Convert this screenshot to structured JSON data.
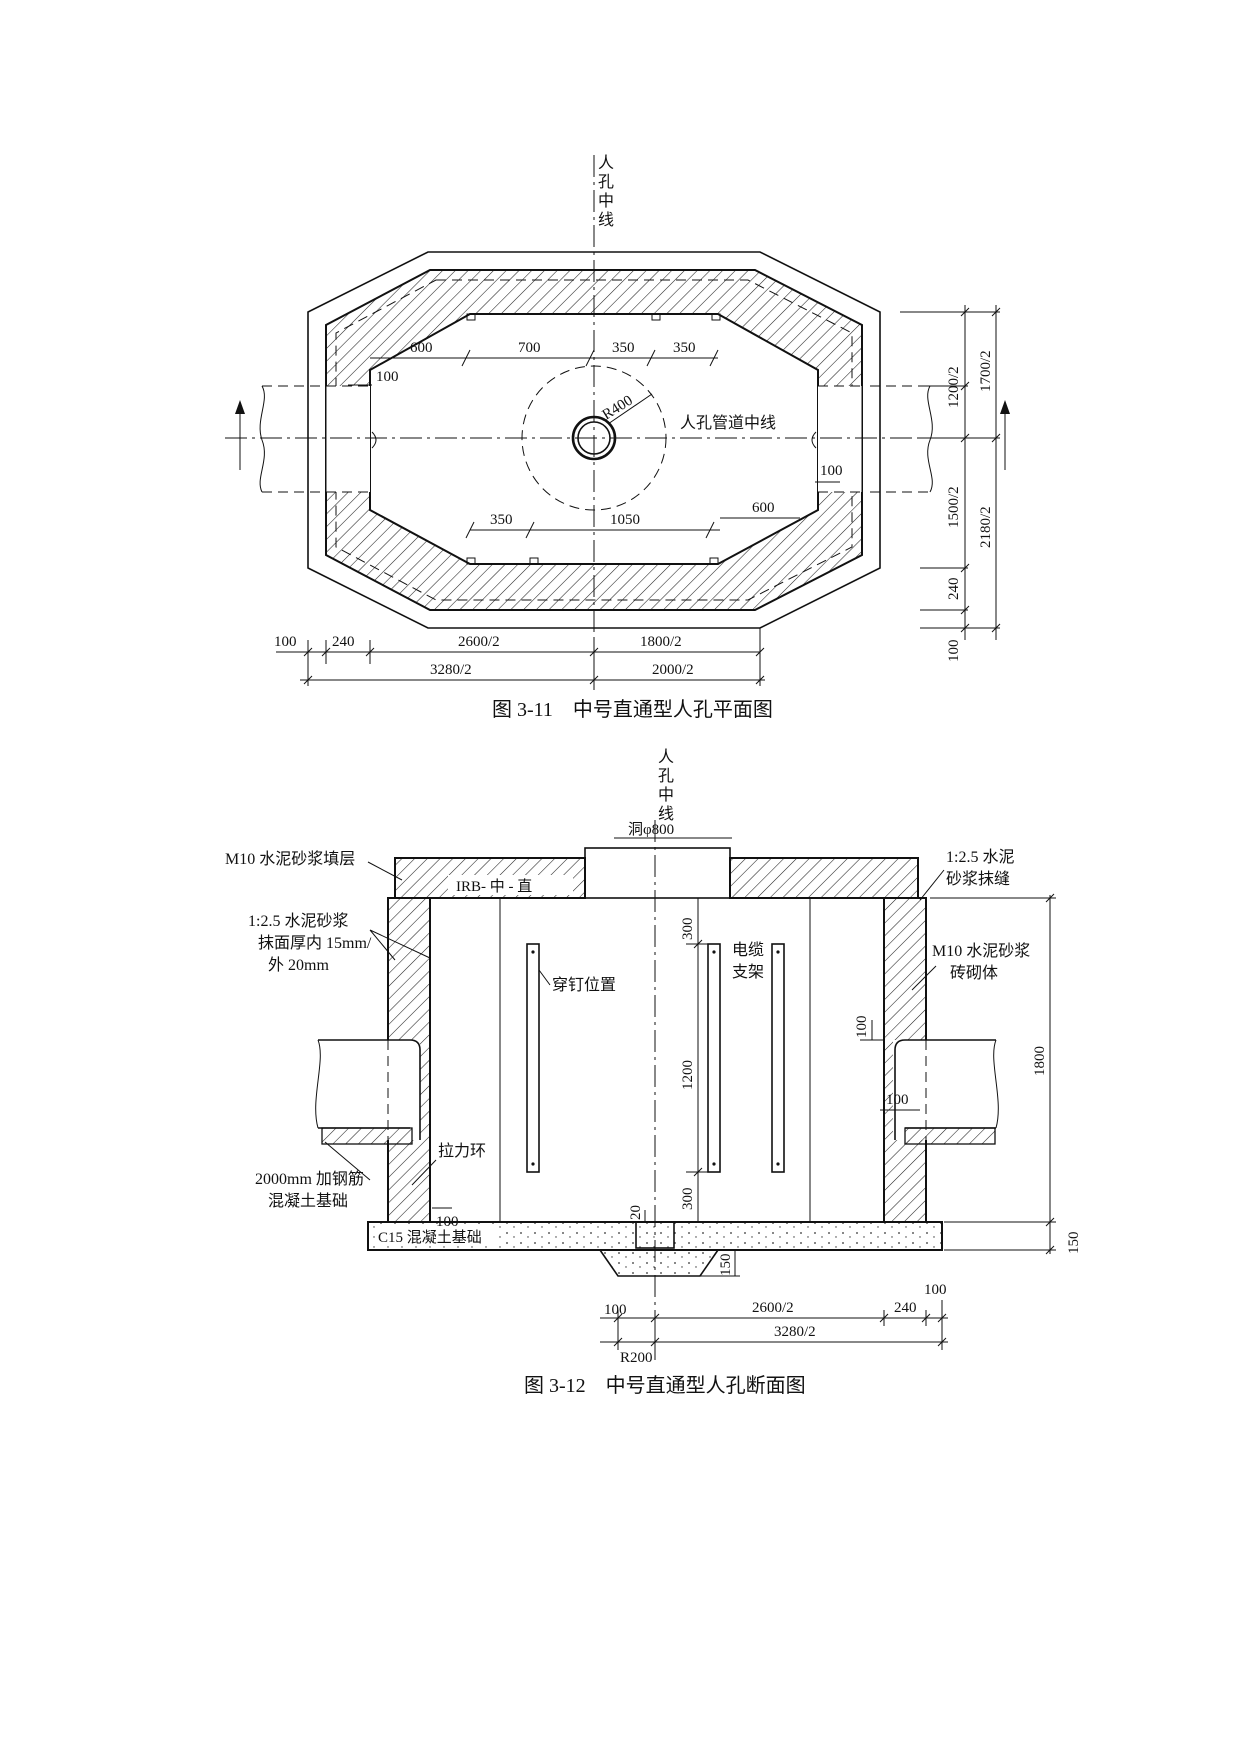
{
  "plan": {
    "caption": "图 3-11　中号直通型人孔平面图",
    "centerline_label": "人孔中线",
    "pipe_centerline_label": "人孔管道中线",
    "radius_label": "R400",
    "dims": {
      "top_600": "600",
      "top_700": "700",
      "top_350a": "350",
      "top_350b": "350",
      "left_100": "100",
      "right_100": "100",
      "bot_350": "350",
      "bot_1050": "1050",
      "bot_600": "600",
      "b_100": "100",
      "b_240": "240",
      "b_2600": "2600/2",
      "b_1800": "1800/2",
      "b_3280": "3280/2",
      "b_2000": "2000/2",
      "r_1200": "1200/2",
      "r_1700": "1700/2",
      "r_1500": "1500/2",
      "r_2180": "2180/2",
      "r_240": "240",
      "r_100": "100"
    }
  },
  "section": {
    "caption": "图 3-12　中号直通型人孔断面图",
    "centerline_label": "人孔中线",
    "hole_label": "洞φ800",
    "labels": {
      "m10_fill": "M10 水泥砂浆填层",
      "irb": "IRB- 中 - 直",
      "joint_1": "1:2.5 水泥",
      "joint_2": "砂浆抹缝",
      "plaster_1": "1:2.5 水泥砂浆",
      "plaster_2": "抹面厚内 15mm/",
      "plaster_3": "外 20mm",
      "nail": "穿钉位置",
      "cable_1": "电缆",
      "cable_2": "支架",
      "masonry_1": "M10 水泥砂浆",
      "masonry_2": "砖砌体",
      "pull_ring": "拉力环",
      "rebar_1": "2000mm 加钢筋",
      "rebar_2": "混凝土基础",
      "c15": "C15 混凝土基础"
    },
    "dims": {
      "v300a": "300",
      "v1200": "1200",
      "v300b": "300",
      "v20": "20",
      "v150b": "150",
      "r100": "100",
      "r100b": "100",
      "h100": "100",
      "r1800": "1800",
      "r150": "150",
      "b100": "100",
      "b2600": "2600/2",
      "b240": "240",
      "b100r": "100",
      "b3280": "3280/2",
      "b_r200": "R200"
    }
  }
}
